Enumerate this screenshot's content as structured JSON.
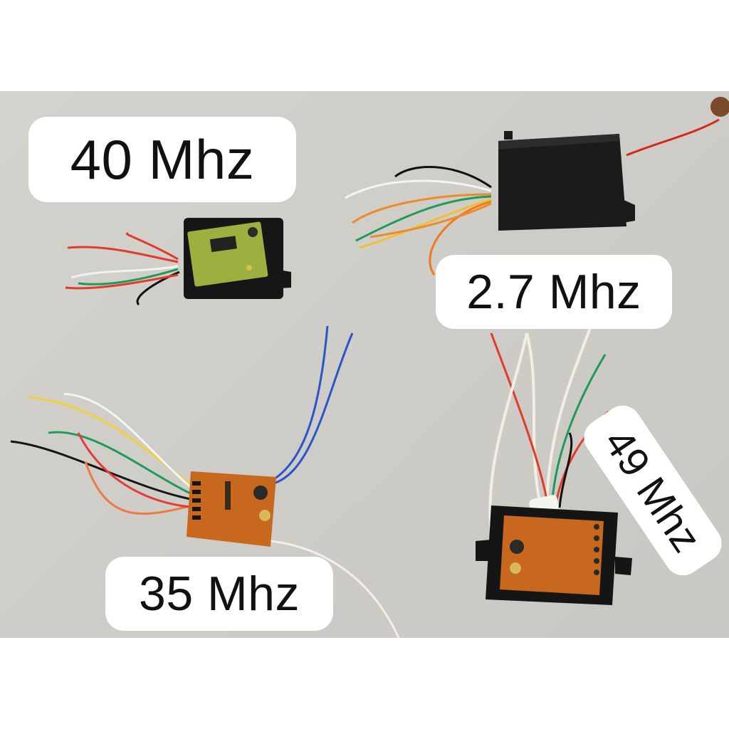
{
  "labels": {
    "mhz_40": "40 Mhz",
    "mhz_27": "2.7 Mhz",
    "mhz_35": "35 Mhz",
    "mhz_49": "49 Mhz"
  },
  "colors": {
    "background": "#ffffff",
    "label_bg": "#ffffff",
    "label_text": "#111111",
    "surface": "#d0cec9",
    "plastic_case": "#1a1a1a",
    "pcb_green": "#8fa83a",
    "pcb_orange": "#c8671e"
  }
}
